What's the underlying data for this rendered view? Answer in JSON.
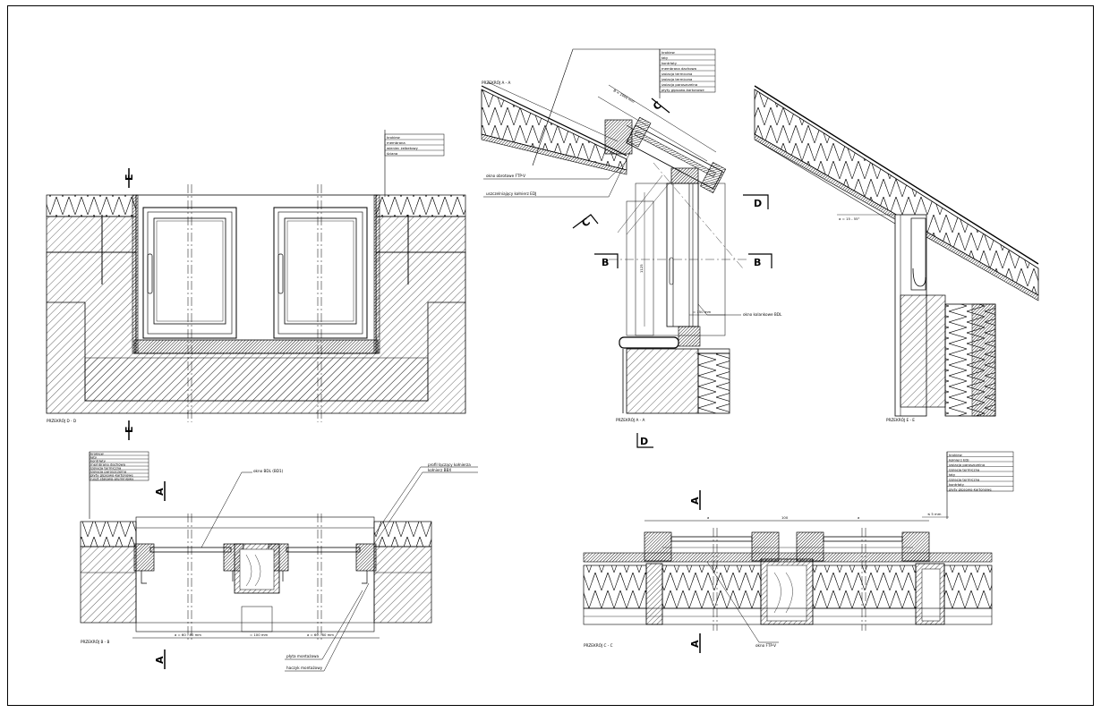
{
  "title": "",
  "colors": {
    "line": "#000000",
    "paper": "#ffffff"
  },
  "views": {
    "ee": {
      "caption": "PRZEKRÓJ E - E",
      "legend": [
        "krokiew",
        "łaty",
        "kontrłaty",
        "membrana dachowa",
        "izolacja termiczna",
        "izolacja termiczna",
        "izolacja paroszczelna",
        "płyty gipsowo-kartonowe"
      ],
      "angle": "α = 15 - 55°"
    },
    "aa": {
      "caption": "PRZEKRÓJ A - A",
      "legend": [
        "łaty",
        "kontrłaty",
        "membrana dachowa",
        "izolacja termiczna",
        "izolacja paroszczelna",
        "płyty gipsowo-kartonowe"
      ],
      "label_window": "okno obrotowe FTP-V",
      "label_flashing": "uszczelniający kołnierz EDJ",
      "label_bottom": "okno kolankowe BDL",
      "dim_top": "B = 1000 mm",
      "dim_bottom": "= 150 mm",
      "dim_side": "1125"
    },
    "dd": {
      "caption": "PRZEKRÓJ D - D",
      "legend": [
        "krokiew",
        "membrana",
        "wieniec żelbetowy",
        "ściana"
      ]
    },
    "bb": {
      "caption": "PRZEKRÓJ B - B",
      "legend": [
        "krokiew",
        "łaty",
        "kontrłaty",
        "membrana dachowa",
        "izolacja termiczna",
        "izolacja paroszczelna",
        "płyty gipsowo-kartonowe",
        "ruszt stalowo-aluminiowy"
      ],
      "label_window": "okno BDL (BD1)",
      "label_right1": "profil łączący kołnierza",
      "label_right2": "kołnierz BBX",
      "label_plate": "płyta montażowa",
      "label_hook": "haczyk montażowy",
      "dim_left": "a = 60 - 80 mm",
      "dim_mid": "= 100 mm",
      "dim_right": "a = 60 - 80 mm"
    },
    "cc": {
      "caption": "PRZEKRÓJ C - C",
      "legend": [
        "krokiew",
        "kołnierz EDJ",
        "izolacja paroszczelna",
        "izolacja termiczna",
        "łaty",
        "izolacja termiczna",
        "kontrłaty",
        "płyty gipsowo-kartonowe"
      ],
      "label_window": "okno FTP-V",
      "dim_left": "a",
      "dim_mid": "100",
      "dim_right": "a",
      "dim_side": "≤ 5 mm"
    }
  },
  "markers": {
    "E": "E",
    "A": "A",
    "B": "B",
    "C": "C",
    "D": "D"
  }
}
